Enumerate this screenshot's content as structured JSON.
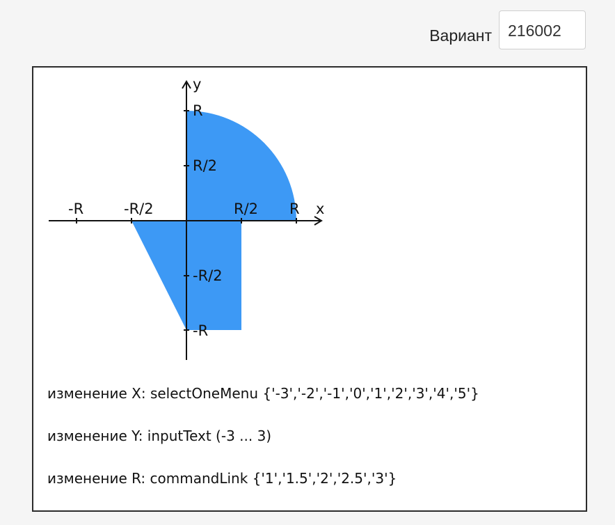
{
  "header": {
    "variant_label": "Вариант",
    "variant_value": "216002"
  },
  "diagram": {
    "fill_color": "#3d99f5",
    "axis_color": "#111111",
    "axis_labels": {
      "x": "x",
      "y": "y"
    },
    "x_ticks": [
      "-R",
      "-R/2",
      "R/2",
      "R"
    ],
    "y_ticks": [
      "R",
      "R/2",
      "-R/2",
      "-R"
    ]
  },
  "info": {
    "line_x": "изменение X: selectOneMenu {'-3','-2','-1','0','1','2','3','4','5'}",
    "line_y": "изменение Y: inputText (-3 ... 3)",
    "line_r": "изменение R: commandLink {'1','1.5','2','2.5','3'}"
  }
}
